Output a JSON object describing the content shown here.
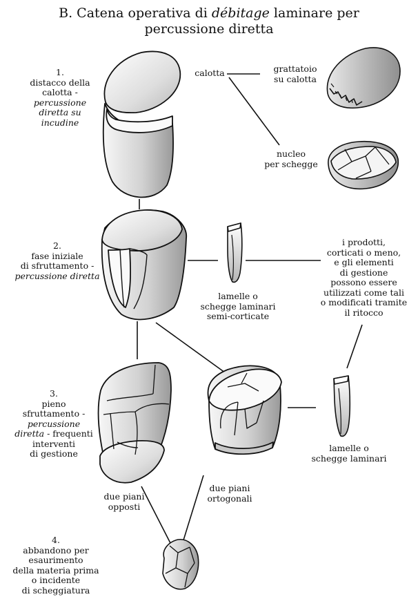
{
  "title": {
    "line1_prefix": "B. Catena operativa di ",
    "line1_italic": "débitage",
    "line1_suffix": " laminare per",
    "line2": "percussione diretta"
  },
  "steps": [
    {
      "number": "1.",
      "lines": [
        {
          "text": "distacco della",
          "italic": false
        },
        {
          "text": "calotta -",
          "italic": false
        },
        {
          "text": "percussione",
          "italic": true
        },
        {
          "text": "diretta su",
          "italic": true
        },
        {
          "text": "incudine",
          "italic": true
        }
      ]
    },
    {
      "number": "2.",
      "lines": [
        {
          "text": "fase iniziale",
          "italic": false
        },
        {
          "text": "di sfruttamento -",
          "italic": false
        },
        {
          "text": "percussione diretta",
          "italic": true
        }
      ]
    },
    {
      "number": "3.",
      "lines": [
        {
          "text": "pieno",
          "italic": false
        },
        {
          "text": "sfruttamento -",
          "italic": false
        },
        {
          "text": "percussione",
          "italic": true
        },
        {
          "text": "diretta",
          "italic": true
        },
        {
          "text": "- frequenti",
          "italic": false
        },
        {
          "text": "interventi",
          "italic": false
        },
        {
          "text": "di gestione",
          "italic": false
        }
      ]
    },
    {
      "number": "4.",
      "lines": [
        {
          "text": "abbandono per",
          "italic": false
        },
        {
          "text": "esaurimento",
          "italic": false
        },
        {
          "text": "della materia prima",
          "italic": false
        },
        {
          "text": "o incidente",
          "italic": false
        },
        {
          "text": "di scheggiatura",
          "italic": false
        }
      ]
    }
  ],
  "labels": {
    "calotta": "calotta",
    "grattatoio": [
      "grattatoio",
      "su calotta"
    ],
    "nucleo": [
      "nucleo",
      "per schegge"
    ],
    "lamelle_semi": [
      "lamelle o",
      "schegge laminari",
      "semi-corticate"
    ],
    "prodotti": [
      "i prodotti,",
      "corticati o meno,",
      "e gli elementi",
      "di gestione",
      "possono essere",
      "utilizzati come tali",
      "o modificati tramite",
      "il ritocco"
    ],
    "lamelle": [
      "lamelle o",
      "schegge laminari"
    ],
    "due_piani_opposti": [
      "due piani",
      "opposti"
    ],
    "due_piani_ortogonali": [
      "due piani",
      "ortogonali"
    ]
  }
}
